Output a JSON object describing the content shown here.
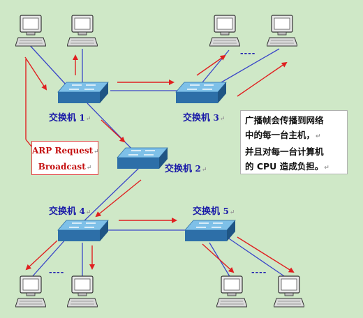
{
  "colors": {
    "background": "#cfe8c7",
    "link": "#3a46c8",
    "arrow": "#e02020",
    "switch_top": "#7ec0e8",
    "switch_side": "#2d6fa8",
    "label": "#1a1aa8",
    "arp_text": "#c41010"
  },
  "switches": [
    {
      "name": "交换机",
      "number": "1"
    },
    {
      "name": "交换机",
      "number": "2"
    },
    {
      "name": "交换机",
      "number": "3"
    },
    {
      "name": "交换机",
      "number": "4"
    },
    {
      "name": "交换机",
      "number": "5"
    }
  ],
  "return_mark": "↵",
  "ellipsis": "----",
  "arp_box": {
    "line1": "ARP Request",
    "line2": "Broadcast"
  },
  "note_box": {
    "lines": [
      "广播帧会传播到网络",
      "中的每一台主机，",
      "并且对每一台计算机",
      "的 CPU 造成负担。"
    ]
  },
  "icons": {
    "switch": "switch-icon",
    "host": "desktop-computer-icon"
  }
}
